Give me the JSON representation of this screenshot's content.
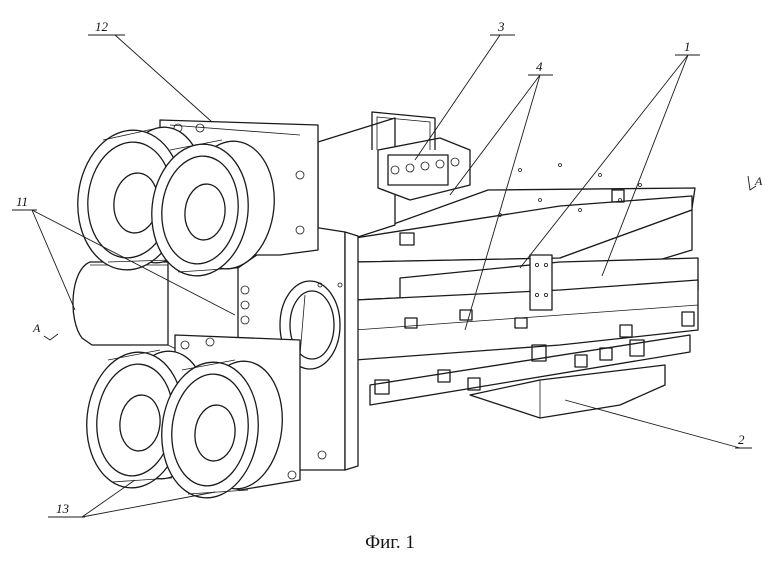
{
  "figure": {
    "caption": "Фиг. 1",
    "callouts": {
      "c1": "1",
      "c2": "2",
      "c3": "3",
      "c4": "4",
      "c11": "11",
      "c12": "12",
      "c13": "13"
    },
    "section_marks": {
      "left": "A",
      "right": "A"
    }
  }
}
